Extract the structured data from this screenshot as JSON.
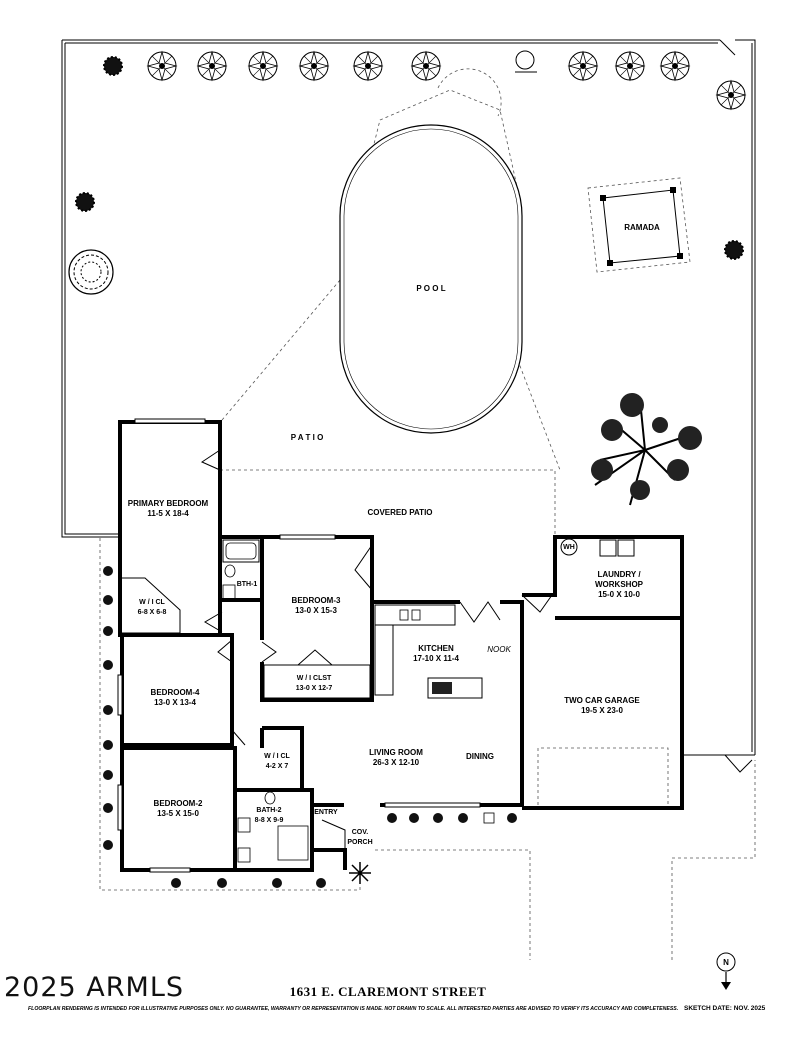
{
  "address": "1631 E. CLAREMONT STREET",
  "copyright": "2025 ARMLS",
  "disclaimer": "FLOORPLAN RENDERING IS INTENDED FOR ILLUSTRATIVE PURPOSES ONLY.  NO GUARANTEE, WARRANTY OR REPRESENTATION IS MADE.  NOT DRAWN TO SCALE.  ALL INTERESTED PARTIES ARE ADVISED TO VERIFY ITS ACCURACY AND COMPLETENESS.",
  "sketch_date": "SKETCH DATE:  NOV. 2025",
  "north": "N",
  "outdoor": {
    "pool": "P O O L",
    "patio": "P A T I O",
    "ramada": "RAMADA",
    "covered_patio": "COVERED PATIO"
  },
  "rooms": {
    "primary_bedroom": {
      "name": "PRIMARY BEDROOM",
      "dims": "11-5  X  18-4"
    },
    "wic_primary": {
      "name": "W / I  CL",
      "dims": "6-8 X 6-8"
    },
    "bth1": {
      "name": "BTH-1"
    },
    "bedroom3": {
      "name": "BEDROOM-3",
      "dims": "13-0  X  15-3"
    },
    "wi_clst": {
      "name": "W / I  CLST",
      "dims": "13-0  X  12-7"
    },
    "kitchen": {
      "name": "KITCHEN",
      "dims": "17-10 X 11-4"
    },
    "nook": "NOOK",
    "laundry": {
      "name": "LAUNDRY /",
      "name2": "WORKSHOP",
      "dims": "15-0 X 10-0"
    },
    "garage": {
      "name": "TWO CAR GARAGE",
      "dims": "19-5  X  23-0"
    },
    "bedroom4": {
      "name": "BEDROOM-4",
      "dims": "13-0  X  13-4"
    },
    "living": {
      "name": "LIVING ROOM",
      "dims": "26-3  X  12-10"
    },
    "dining": "DINING",
    "wic2": {
      "name": "W / I  CL",
      "dims": "4-2 X 7"
    },
    "bedroom2": {
      "name": "BEDROOM-2",
      "dims": "13-5  X  15-0"
    },
    "bath2": {
      "name": "BATH-2",
      "dims": "8-8 X 9-9"
    },
    "entry": "ENTRY",
    "cov_porch": {
      "name": "COV.",
      "name2": "PORCH"
    },
    "wh": "WH"
  }
}
